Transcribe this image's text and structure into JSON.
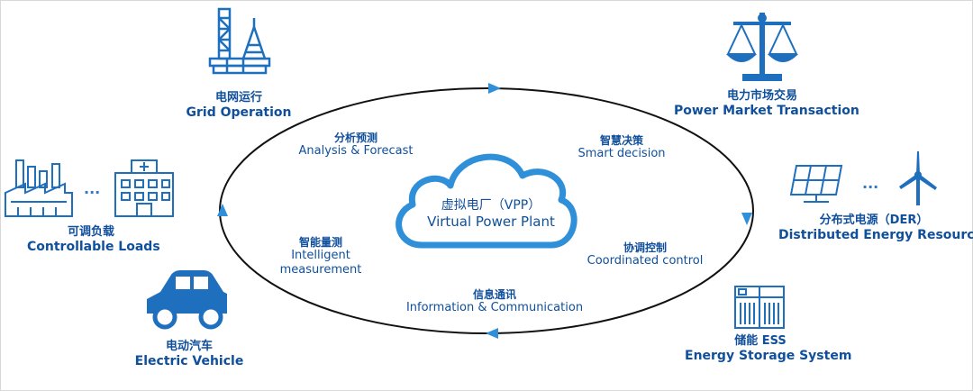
{
  "center": {
    "zh": "虚拟电厂（VPP）",
    "en": "Virtual Power Plant"
  },
  "outer_nodes": {
    "grid": {
      "zh": "电网运行",
      "en": "Grid Operation"
    },
    "market": {
      "zh": "电力市场交易",
      "en": "Power Market Transaction"
    },
    "der": {
      "zh": "分布式电源（DER）",
      "en": "Distributed Energy Resources"
    },
    "ess": {
      "zh": "储能 ESS",
      "en": "Energy Storage System"
    },
    "ev": {
      "zh": "电动汽车",
      "en": "Electric Vehicle"
    },
    "loads": {
      "zh": "可调负载",
      "en": "Controllable Loads"
    }
  },
  "ring_labels": {
    "analysis": {
      "zh": "分析预测",
      "en": "Analysis & Forecast"
    },
    "smart": {
      "zh": "智慧决策",
      "en": "Smart decision"
    },
    "coord": {
      "zh": "协调控制",
      "en": "Coordinated control"
    },
    "info": {
      "zh": "信息通讯",
      "en": "Information & Communication"
    },
    "measure": {
      "zh": "智能量测",
      "en1": "Intelligent",
      "en2": "measurement"
    }
  },
  "ellipsis": "...",
  "colors": {
    "primary": "#1f6fbf",
    "text": "#0f4f9c",
    "cloud": "#2f8fd8"
  }
}
